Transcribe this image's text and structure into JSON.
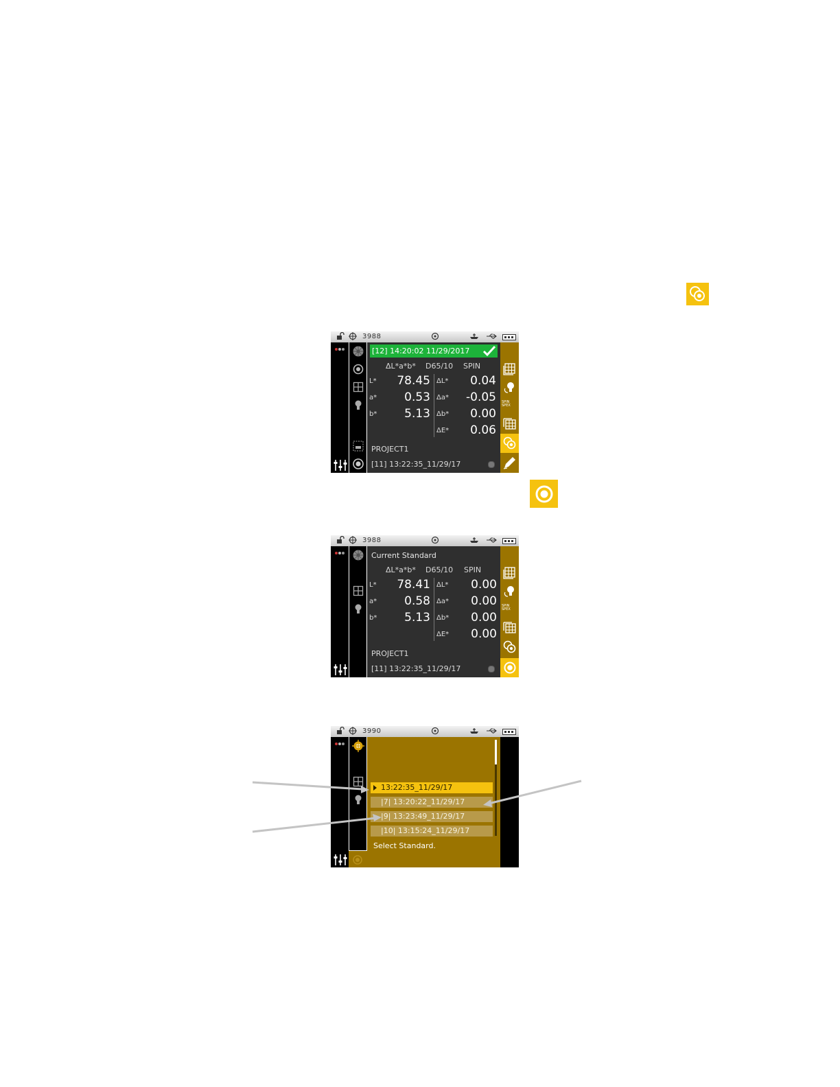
{
  "top_icons": {
    "standard_icon": "standards-swap-icon",
    "measure_icon": "measure-target-icon"
  },
  "screen1": {
    "status": {
      "count": "3988"
    },
    "banner": "[12] 14:20:02 11/29/2017",
    "header": {
      "mode": "ΔL*a*b*",
      "illum": "D65/10",
      "spin": "SPIN"
    },
    "rows": [
      {
        "label": "L*",
        "value": "78.45",
        "dlabel": "ΔL*",
        "dvalue": "0.04"
      },
      {
        "label": "a*",
        "value": "0.53",
        "dlabel": "Δa*",
        "dvalue": "-0.05"
      },
      {
        "label": "b*",
        "value": "5.13",
        "dlabel": "Δb*",
        "dvalue": "0.00"
      },
      {
        "label": "",
        "value": "",
        "dlabel": "ΔE*",
        "dvalue": "0.06"
      }
    ],
    "project": "PROJECT1",
    "standard": "[11] 13:22:35_11/29/17",
    "spin_label_1": "SPIN",
    "spin_label_2": "SPEX"
  },
  "screen2": {
    "status": {
      "count": "3988"
    },
    "title": "Current Standard",
    "header": {
      "mode": "ΔL*a*b*",
      "illum": "D65/10",
      "spin": "SPIN"
    },
    "rows": [
      {
        "label": "L*",
        "value": "78.41",
        "dlabel": "ΔL*",
        "dvalue": "0.00"
      },
      {
        "label": "a*",
        "value": "0.58",
        "dlabel": "Δa*",
        "dvalue": "0.00"
      },
      {
        "label": "b*",
        "value": "5.13",
        "dlabel": "Δb*",
        "dvalue": "0.00"
      },
      {
        "label": "",
        "value": "",
        "dlabel": "ΔE*",
        "dvalue": "0.00"
      }
    ],
    "project": "PROJECT1",
    "standard": "[11] 13:22:35_11/29/17",
    "spin_label_1": "SPIN",
    "spin_label_2": "SPEX"
  },
  "screen3": {
    "status": {
      "count": "3990"
    },
    "items": [
      "13:22:35_11/29/17",
      "|7| 13:20:22_11/29/17",
      "|9| 13:23:49_11/29/17",
      "|10| 13:15:24_11/29/17"
    ],
    "prompt": "Select Standard."
  },
  "colors": {
    "accent_yellow": "#f5c20f",
    "tool_gold": "#9b7400",
    "pass_green": "#1db33a",
    "panel_dark": "#2f2f2f"
  }
}
